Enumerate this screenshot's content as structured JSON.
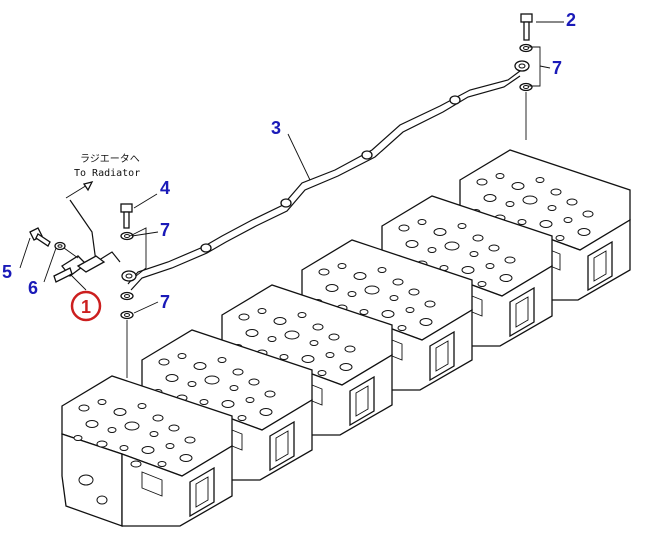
{
  "diagram": {
    "callouts": [
      {
        "id": "c2",
        "label": "2"
      },
      {
        "id": "c3",
        "label": "3"
      },
      {
        "id": "c4",
        "label": "4"
      },
      {
        "id": "c5",
        "label": "5"
      },
      {
        "id": "c6",
        "label": "6"
      },
      {
        "id": "c7a",
        "label": "7"
      },
      {
        "id": "c7b",
        "label": "7"
      },
      {
        "id": "c7c",
        "label": "7"
      },
      {
        "id": "c1",
        "label": "1"
      }
    ],
    "note": {
      "japanese": "ラジエータへ",
      "english": "To Radiator"
    },
    "colors": {
      "callout_text": "#1a1ab8",
      "highlight_circle": "#cc1f1f",
      "line_art": "#111111"
    }
  }
}
